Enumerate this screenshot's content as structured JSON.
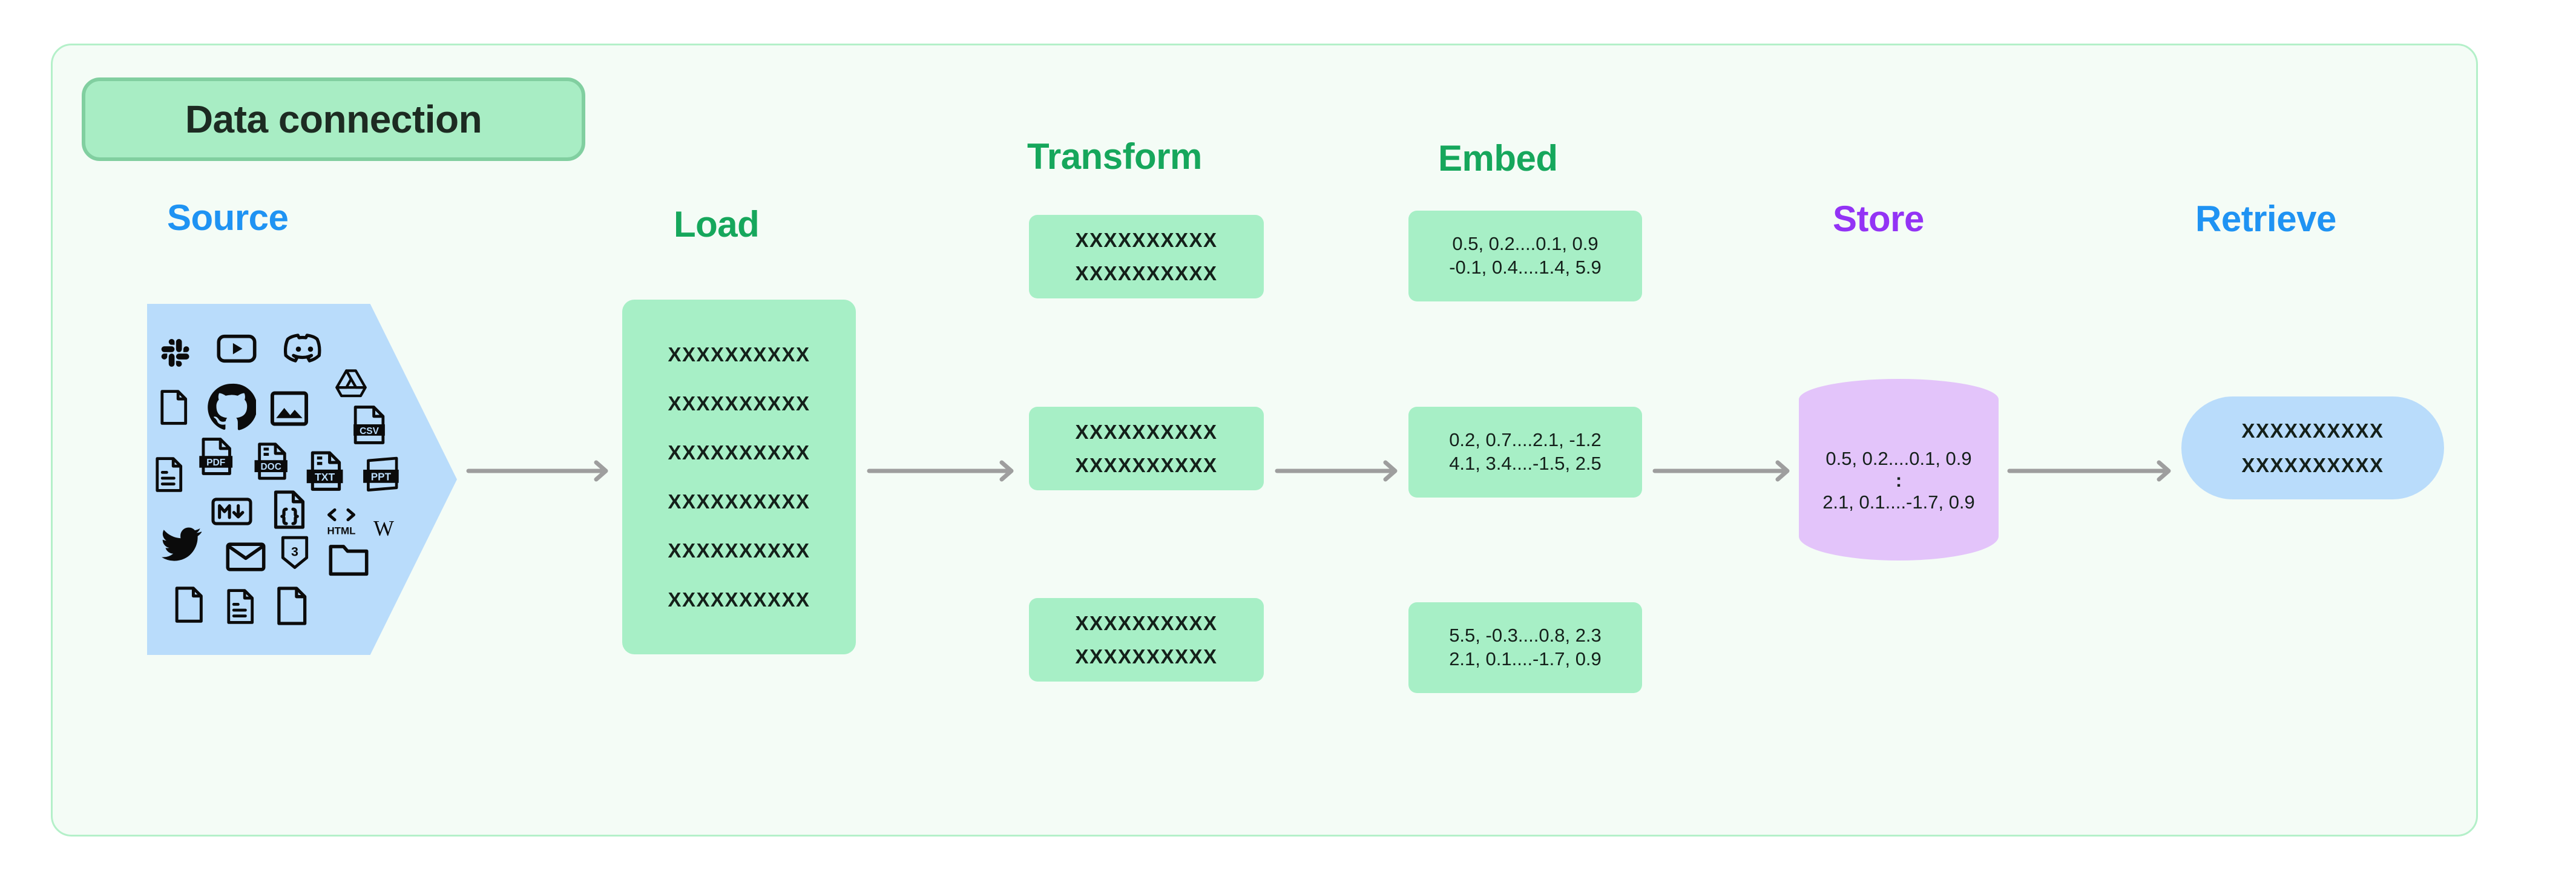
{
  "title": {
    "pill_label": "Data connection"
  },
  "theme": {
    "frame_bg": "#f4fcf6",
    "frame_border": "#b4f0c9",
    "pill_bg": "#a8edc4",
    "pill_border": "#81cfa0",
    "blue": "#1f93f3",
    "green": "#16a75c",
    "purple": "#9333f5",
    "box_green": "#a7efc6",
    "box_blue": "#b9dcfb",
    "cylinder_purple": "#e3c4fa",
    "arrow_gray": "#9e9e9e"
  },
  "stages": {
    "source": {
      "heading": "Source",
      "icons": [
        "slack-icon",
        "youtube-icon",
        "discord-icon",
        "file-blank-icon",
        "github-icon",
        "image-icon",
        "google-drive-icon",
        "csv-file-icon",
        "document-lines-icon",
        "pdf-file-icon",
        "doc-file-icon",
        "txt-file-icon",
        "ppt-file-icon",
        "markdown-icon",
        "json-file-icon",
        "html-code-icon",
        "wikipedia-icon",
        "twitter-icon",
        "email-icon",
        "css3-icon",
        "folder-icon",
        "file-blank-2-icon",
        "document-lines-2-icon",
        "file-blank-3-icon"
      ]
    },
    "load": {
      "heading": "Load",
      "lines": [
        "XXXXXXXXXX",
        "XXXXXXXXXX",
        "XXXXXXXXXX",
        "XXXXXXXXXX",
        "XXXXXXXXXX",
        "XXXXXXXXXX"
      ]
    },
    "transform": {
      "heading": "Transform",
      "chunks": [
        {
          "line1": "XXXXXXXXXX",
          "line2": "XXXXXXXXXX"
        },
        {
          "line1": "XXXXXXXXXX",
          "line2": "XXXXXXXXXX"
        },
        {
          "line1": "XXXXXXXXXX",
          "line2": "XXXXXXXXXX"
        }
      ]
    },
    "embed": {
      "heading": "Embed",
      "vectors": [
        {
          "line1": "0.5, 0.2....0.1, 0.9",
          "line2": "-0.1, 0.4....1.4, 5.9"
        },
        {
          "line1": "0.2, 0.7....2.1, -1.2",
          "line2": "4.1, 3.4....-1.5, 2.5"
        },
        {
          "line1": "5.5, -0.3....0.8, 2.3",
          "line2": "2.1, 0.1....-1.7, 0.9"
        }
      ]
    },
    "store": {
      "heading": "Store",
      "line1": "0.5, 0.2....0.1, 0.9",
      "ellipsis": ":",
      "line2": "2.1, 0.1....-1.7, 0.9"
    },
    "retrieve": {
      "heading": "Retrieve",
      "line1": "XXXXXXXXXX",
      "line2": "XXXXXXXXXX"
    }
  },
  "arrows": [
    {
      "name": "arrow-source-to-load"
    },
    {
      "name": "arrow-load-to-transform"
    },
    {
      "name": "arrow-transform-to-embed"
    },
    {
      "name": "arrow-embed-to-store"
    },
    {
      "name": "arrow-store-to-retrieve"
    }
  ]
}
